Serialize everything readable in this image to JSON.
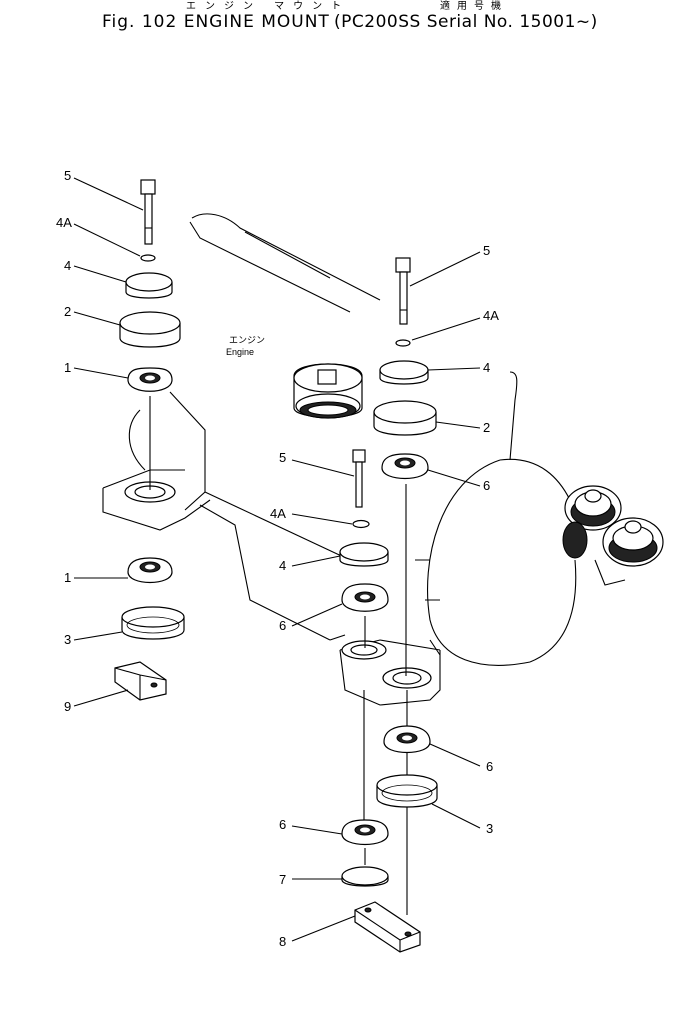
{
  "header": {
    "figure_title": "Fig. 102  ENGINE MOUNT",
    "japanese_title": "エンジン マウント",
    "applicability": "(PC200SS Serial No. 15001~)",
    "japanese_applicability": "適用号機"
  },
  "labels": {
    "engine_jp": "エンジン",
    "engine_en": "Engine"
  },
  "callouts": [
    "5",
    "4A",
    "4",
    "2",
    "1",
    "1",
    "3",
    "9",
    "5",
    "4A",
    "4",
    "2",
    "6",
    "5",
    "4A",
    "4",
    "6",
    "6",
    "3",
    "6",
    "7",
    "8"
  ]
}
